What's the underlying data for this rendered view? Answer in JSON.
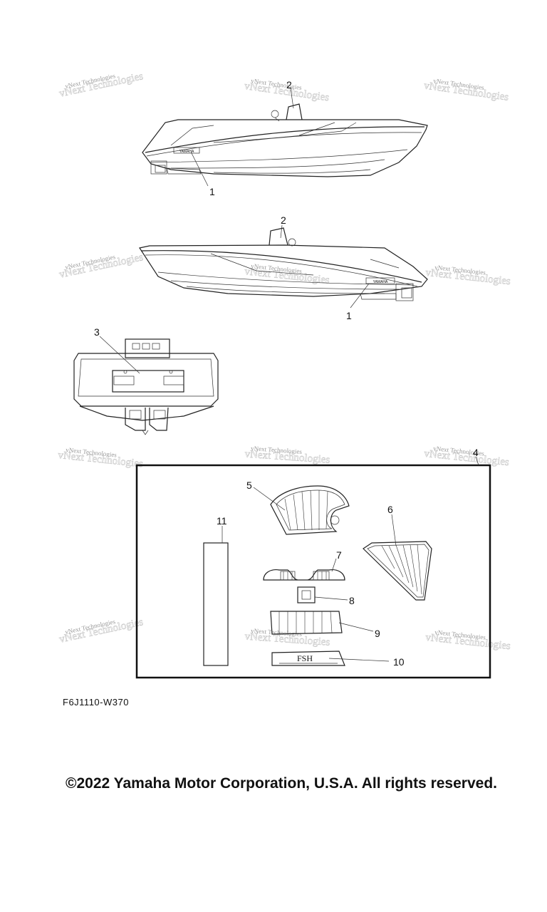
{
  "diagram": {
    "callouts": {
      "c1a": "1",
      "c1b": "1",
      "c2a": "2",
      "c2b": "2",
      "c3": "3",
      "c4": "4",
      "c5": "5",
      "c6": "6",
      "c7": "7",
      "c8": "8",
      "c9": "9",
      "c10": "10",
      "c11": "11"
    },
    "decal_10_text": "FSH",
    "hull_logo": "YAMAHA",
    "watermark": "vNext Technologies"
  },
  "figure_code": "F6J1110-W370",
  "copyright": "©2022 Yamaha Motor Corporation, U.S.A. All rights reserved."
}
